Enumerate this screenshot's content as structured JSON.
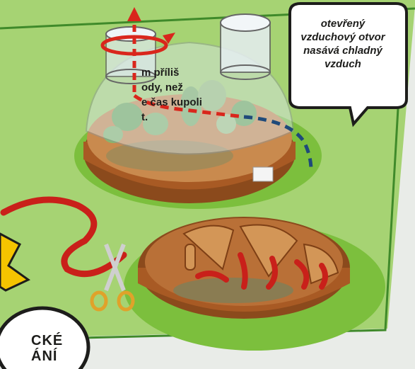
{
  "panel": {
    "text_lines": [
      "m příliš",
      "ody, než",
      "e čas kupoli",
      "t."
    ]
  },
  "callout": {
    "lines": [
      "otevřený",
      "vzduchový otvor",
      "nasává chladný",
      "vzduch"
    ]
  },
  "badge": {
    "lines": [
      "CKÉ",
      "ÁNÍ"
    ]
  },
  "colors": {
    "panel_green": "#9ccf6a",
    "panel_border": "#4b8f2f",
    "soil_brown": "#b8692f",
    "red_arrow": "#d9261c",
    "blue_arrow": "#1f4a7a",
    "badge_yellow": "#f5c400"
  }
}
